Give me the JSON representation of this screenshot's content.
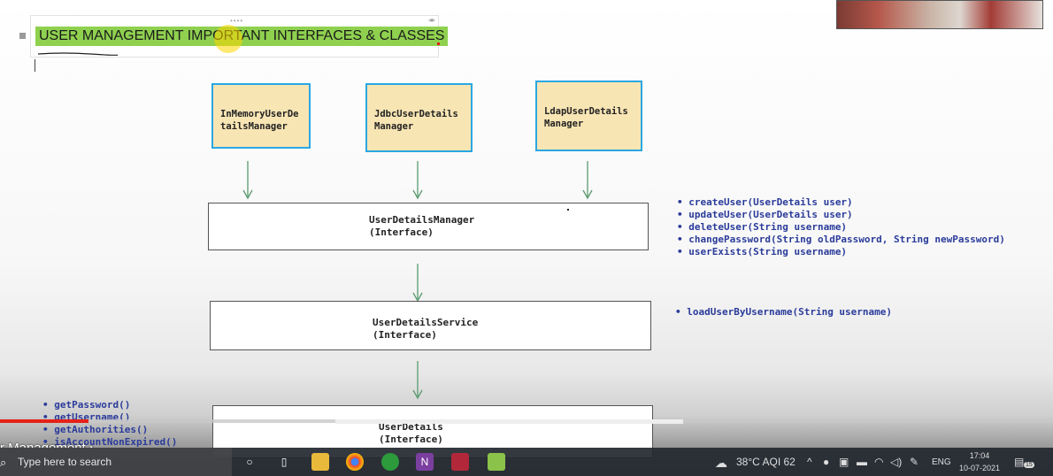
{
  "title": {
    "text": "USER MANAGEMENT IMPORTANT INTERFACES & CLASSES",
    "highlight_color": "#8fd14f"
  },
  "diagram": {
    "implementations": [
      {
        "label": "InMemoryUserDetailsManager"
      },
      {
        "label": "JdbcUserDetailsManager"
      },
      {
        "label": "LdapUserDetailsManager"
      }
    ],
    "user_details_manager": {
      "name": "UserDetailsManager",
      "kind": "(Interface)"
    },
    "user_details_service": {
      "name": "UserDetailsService",
      "kind": "(Interface)"
    },
    "user_details": {
      "name": "UserDetails",
      "kind": "(Interface)"
    },
    "manager_methods": [
      "createUser(UserDetails user)",
      "updateUser(UserDetails user)",
      "deleteUser(String username)",
      "changePassword(String oldPassword, String newPassword)",
      "userExists(String username)"
    ],
    "service_methods": [
      "loadUserByUsername(String username)"
    ],
    "details_methods": [
      "getPassword()",
      "getUsername()",
      "getAuthorities()",
      "isAccountNonExpired()"
    ],
    "box_border_color": "#2aa7e2",
    "box_fill_color": "#f8e5b4",
    "method_color": "#2a3b9a",
    "arrow_color": "#5a9a70"
  },
  "video": {
    "chapter": "r Management",
    "chapter_chevron": "›",
    "progress_color": "#e62117"
  },
  "taskbar": {
    "search_placeholder": "Type here to search",
    "weather": "38°C  AQI 62",
    "language": "ENG",
    "time": "17:04",
    "date": "10-07-2021",
    "notifications": "15",
    "apps": [
      "task-view-icon",
      "file-explorer-icon",
      "chrome-icon",
      "app-green-icon",
      "onenote-icon",
      "presenter-icon",
      "android-icon"
    ]
  }
}
